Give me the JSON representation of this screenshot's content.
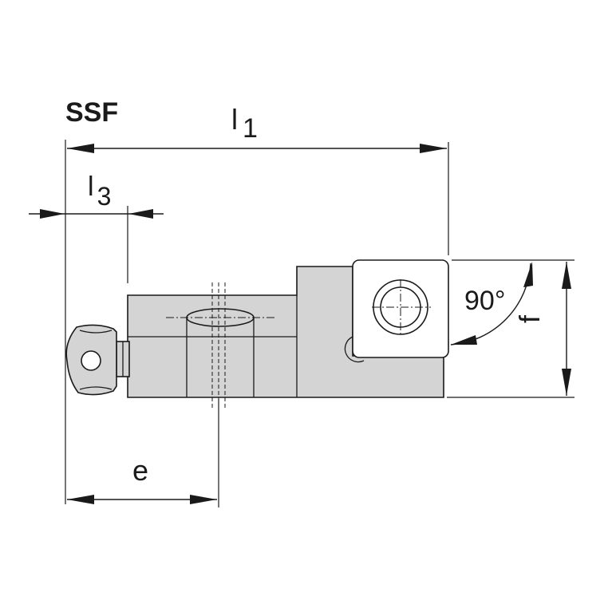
{
  "title": "SSF",
  "dimensions": {
    "l1": {
      "main": "l",
      "sub": "1"
    },
    "l3": {
      "main": "l",
      "sub": "3"
    },
    "e": "e",
    "f": "f",
    "angle": "90°"
  },
  "colors": {
    "body_fill": "#d4d4d4",
    "line": "#1a1a1a",
    "insert_fill": "#ffffff"
  }
}
